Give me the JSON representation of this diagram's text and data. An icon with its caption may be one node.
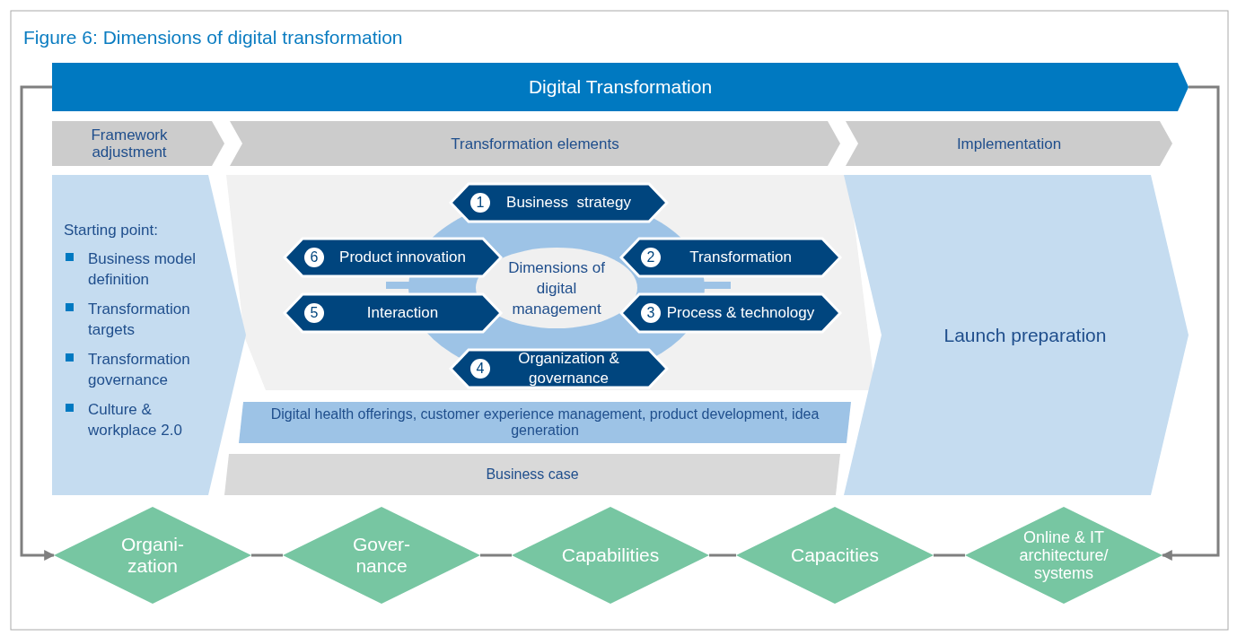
{
  "diagram": {
    "title": "Figure 6: Dimensions of digital transformation",
    "nodes": [
      {
        "text": [
          "Digital Transformation"
        ]
      },
      {
        "text": [
          "Framework adjustment"
        ]
      },
      {
        "text": [
          "Transformation elements"
        ]
      },
      {
        "text": [
          "Implementation"
        ]
      },
      {
        "text": [
          "Starting point:",
          "Business model definition",
          "Transformation targets",
          "Transformation governance",
          "Culture & workplace 2.0"
        ]
      },
      {
        "text": [
          "Dimensions of digital management"
        ]
      },
      {
        "text": [
          "1",
          "Business  strategy"
        ]
      },
      {
        "text": [
          "2",
          "Transformation"
        ]
      },
      {
        "text": [
          "3",
          "Process & technology"
        ]
      },
      {
        "text": [
          "4",
          "Organization & governance"
        ]
      },
      {
        "text": [
          "5",
          "Interaction"
        ]
      },
      {
        "text": [
          "6",
          "Product innovation"
        ]
      },
      {
        "text": [
          "Digital health offerings, customer experience management, product development, idea generation"
        ]
      },
      {
        "text": [
          "Business case"
        ]
      },
      {
        "text": [
          "Launch preparation"
        ]
      },
      {
        "text": [
          "Organi- zation"
        ]
      },
      {
        "text": [
          "Gover- nance"
        ]
      },
      {
        "text": [
          "Capabilities"
        ]
      },
      {
        "text": [
          "Capacities"
        ]
      },
      {
        "text": [
          "Online & IT architecture/ systems"
        ]
      }
    ],
    "edges": [
      {
        "from": 0,
        "to": 15,
        "arrow": "to"
      },
      {
        "from": 0,
        "to": 19,
        "arrow": "to"
      },
      {
        "from": 15,
        "to": 16,
        "arrow": "none"
      },
      {
        "from": 16,
        "to": 17,
        "arrow": "none"
      },
      {
        "from": 17,
        "to": 18,
        "arrow": "none"
      },
      {
        "from": 18,
        "to": 19,
        "arrow": "none"
      }
    ]
  }
}
